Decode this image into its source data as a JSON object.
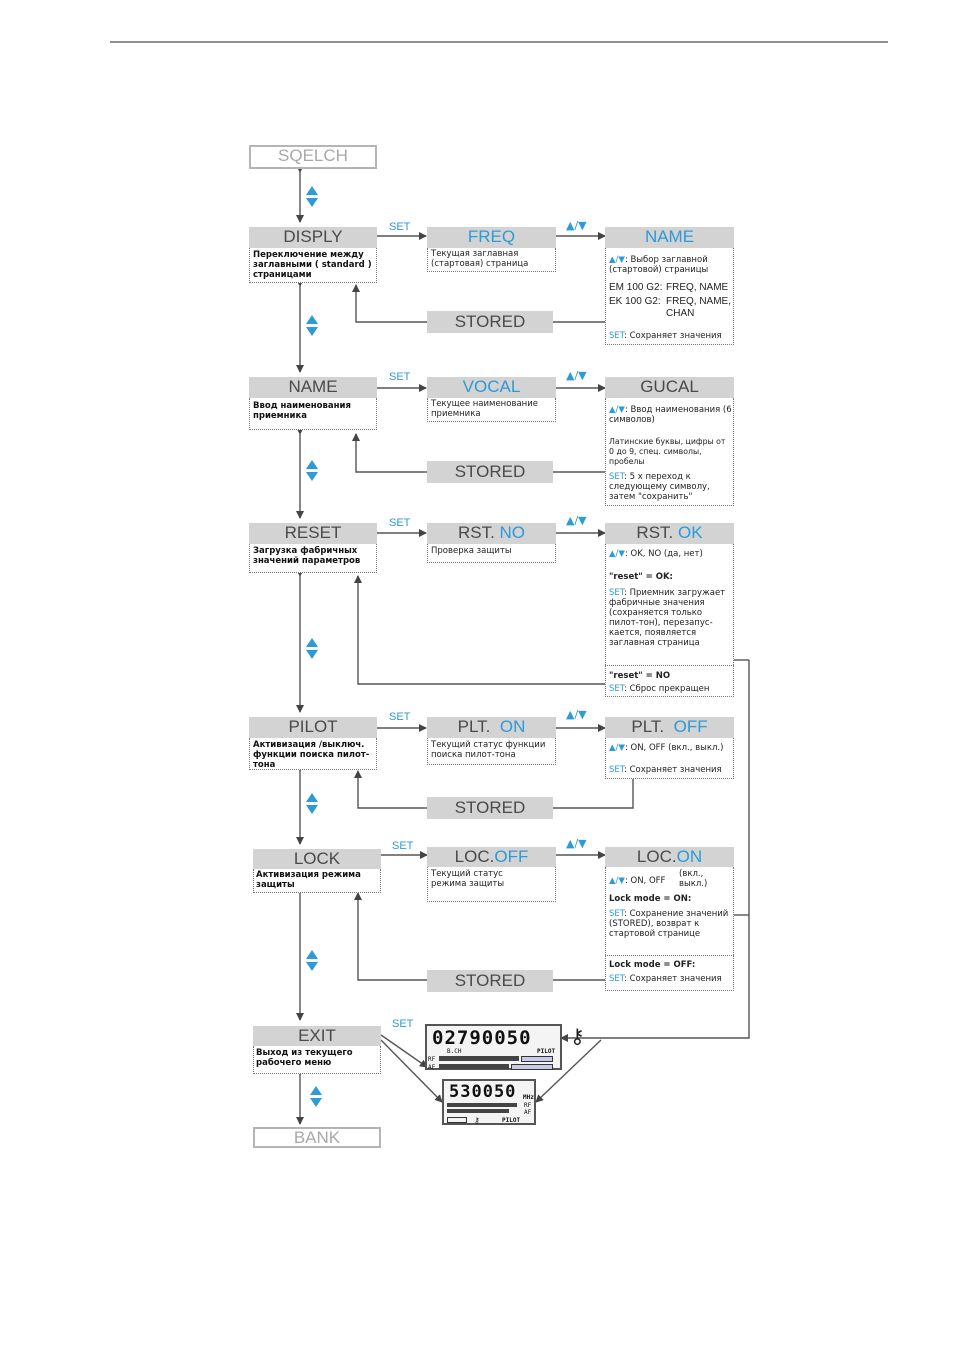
{
  "menu": {
    "sqelch": "SQELCH",
    "disply": {
      "title": "DISPLY",
      "desc": "Переключение между заглавными ( standard ) страницами"
    },
    "name": {
      "title": "NAME",
      "desc": "Ввод наименования приемника"
    },
    "reset": {
      "title": "RESET",
      "desc": "Загрузка фабричных значений параметров"
    },
    "pilot": {
      "title": "PILOT",
      "desc": "Активизация /выключ. функции поиска пилот-тона"
    },
    "lock": {
      "title": "LOCK",
      "desc": "Активизация режима защиты"
    },
    "exit": {
      "title": "EXIT",
      "desc": "Выход из текущего рабочего меню"
    },
    "bank": "BANK"
  },
  "labels": {
    "set": "SET",
    "stored": "STORED",
    "arrows": "▲/▼"
  },
  "freq": {
    "title": "FREQ",
    "desc": "Текущая заглавная (стартовая) страница"
  },
  "name_panel": {
    "title": "NAME",
    "line1": ": Выбор заглавной (стартовой) страницы",
    "em_label": "EM 100 G2:",
    "em_value": "FREQ, NAME",
    "ek_label": "EK 100 G2:",
    "ek_value": "FREQ, NAME, CHAN",
    "set_text": ": Сохраняет значения"
  },
  "vocal": {
    "title": "VOCAL",
    "desc": "Текущее наименование приемника"
  },
  "gucal": {
    "title": "GUCAL",
    "line1": ": Ввод наименования (6 символов)",
    "line2": "Латинские буквы, цифры от 0 до 9, спец. символы, пробелы",
    "set_text": ": 5 x переход к следующему символу, затем \"сохранить\""
  },
  "rstno": {
    "title_a": "RST.",
    "title_b": "NO",
    "desc": "Проверка защиты"
  },
  "rstok": {
    "title_a": "RST.",
    "title_b": "OK",
    "line1": ": OK, NO (да, нет)",
    "reset_ok": "\"reset\" = OK:",
    "set_ok": ": Приемник загружает фабричные значения (сохраняется только пилот-тон), перезапус-кается, появляется заглавная страница",
    "reset_no": "\"reset\" = NO",
    "set_no": ": Сброс прекращен"
  },
  "plton": {
    "title_a": "PLT.",
    "title_b": "ON",
    "desc": "Текущий статус функции поиска пилот-тона"
  },
  "pltoff": {
    "title_a": "PLT.",
    "title_b": "OFF",
    "line1": ": ON, OFF (вкл., выкл.)",
    "set_text": ": Сохраняет значения"
  },
  "locoff": {
    "title_a": "LOC.",
    "title_b": "OFF",
    "desc": "Текущий статус режима защиты"
  },
  "locon": {
    "title_a": "LOC.",
    "title_b": "ON",
    "line1": ": ON, OFF",
    "line1b": "(вкл., выкл.)",
    "mode_on": "Lock mode = ON:",
    "set_on": ": Сохранение значений (STORED), возврат к стартовой странице",
    "mode_off": "Lock mode = OFF:",
    "set_off": ": Сохраняет значения"
  },
  "lcd1": {
    "digits": "02790050",
    "sub": "B.CH",
    "rf": "RF",
    "af": "AF",
    "pilot": "PILOT"
  },
  "lcd2": {
    "digits": "530050",
    "unit": "MHz",
    "rf": "RF",
    "af": "AF",
    "pilot": "PILOT"
  },
  "colors": {
    "accent": "#2c9bd6",
    "header_bg": "#d3d3d3",
    "line": "#555555"
  }
}
